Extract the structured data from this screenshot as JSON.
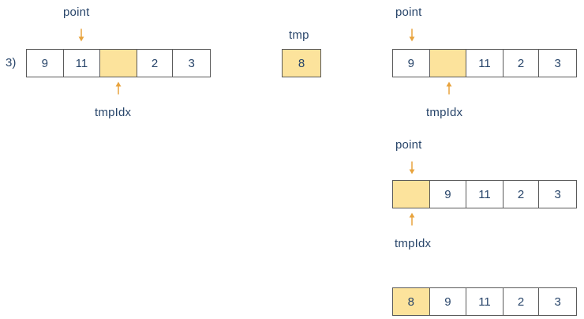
{
  "diagram": {
    "title_step": "3)",
    "colors": {
      "highlight": "#fce39c",
      "border": "#5a5a5a",
      "text": "#28456a",
      "background": "#ffffff"
    },
    "labels": {
      "point": "point",
      "tmpIdx": "tmpIdx",
      "tmp": "tmp"
    },
    "arrows": {
      "down": "↓",
      "up": "↑"
    },
    "panels": [
      {
        "id": "panel-step3-left",
        "step": "3)",
        "point_label": "point",
        "tmpidx_label": "tmpIdx",
        "cells": [
          {
            "value": "9",
            "highlight": false
          },
          {
            "value": "11",
            "highlight": false
          },
          {
            "value": "",
            "highlight": true
          },
          {
            "value": "2",
            "highlight": false
          },
          {
            "value": "3",
            "highlight": false
          }
        ],
        "point_index": 1,
        "tmpidx_index": 2
      },
      {
        "id": "panel-tmp",
        "label": "tmp",
        "value": "8"
      },
      {
        "id": "panel-shift-1",
        "point_label": "point",
        "tmpidx_label": "tmpIdx",
        "cells": [
          {
            "value": "9",
            "highlight": false
          },
          {
            "value": "",
            "highlight": true
          },
          {
            "value": "11",
            "highlight": false
          },
          {
            "value": "2",
            "highlight": false
          },
          {
            "value": "3",
            "highlight": false
          }
        ],
        "point_index": 0,
        "tmpidx_index": 1
      },
      {
        "id": "panel-shift-2",
        "point_label": "point",
        "tmpidx_label": "tmpIdx",
        "cells": [
          {
            "value": "",
            "highlight": true
          },
          {
            "value": "9",
            "highlight": false
          },
          {
            "value": "11",
            "highlight": false
          },
          {
            "value": "2",
            "highlight": false
          },
          {
            "value": "3",
            "highlight": false
          }
        ],
        "point_index": 0,
        "tmpidx_index": 0
      },
      {
        "id": "panel-final",
        "cells": [
          {
            "value": "8",
            "highlight": true
          },
          {
            "value": "9",
            "highlight": false
          },
          {
            "value": "11",
            "highlight": false
          },
          {
            "value": "2",
            "highlight": false
          },
          {
            "value": "3",
            "highlight": false
          }
        ]
      }
    ]
  }
}
